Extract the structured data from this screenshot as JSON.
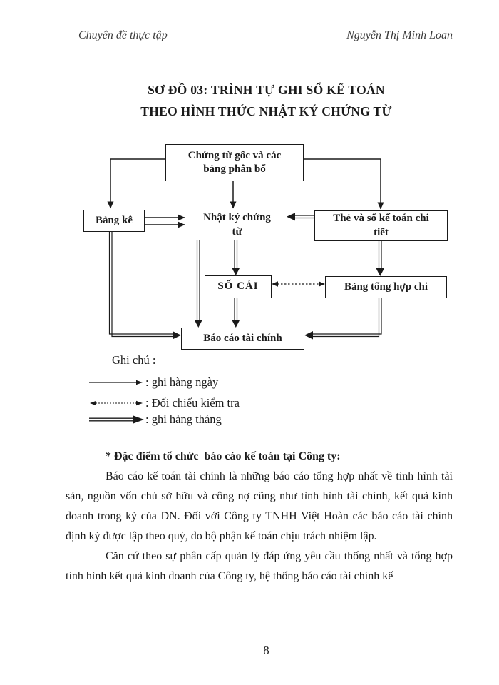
{
  "header": {
    "left": "Chuyên đề thực tập",
    "right": "Nguyễn Thị Minh Loan"
  },
  "title": {
    "line1": "SƠ ĐỒ 03: TRÌNH TỰ GHI SỔ KẾ TOÁN",
    "line2": "THEO HÌNH THỨC NHẬT KÝ CHỨNG TỪ"
  },
  "diagram": {
    "nodes": {
      "chung_tu_goc": "Chứng từ gốc và các\nbảng phân bổ",
      "bang_ke": "Bảng kê",
      "nhat_ky_chung_tu": "Nhật ký chứng\ntừ",
      "the_so_ke_toan": "Thẻ và sổ kế toán chi\ntiết",
      "so_cai": "SỔ CÁI",
      "bang_tong_hop_chi": "Bảng tổng hợp chi",
      "bao_cao_tai_chinh": "Báo cáo tài chính"
    },
    "edges": [
      {
        "from": "chung_tu_goc",
        "to": "bang_ke",
        "style": "ghi hàng ngày"
      },
      {
        "from": "chung_tu_goc",
        "to": "nhat_ky_chung_tu",
        "style": "ghi hàng ngày"
      },
      {
        "from": "chung_tu_goc",
        "to": "the_so_ke_toan",
        "style": "ghi hàng ngày"
      },
      {
        "from": "bang_ke",
        "to": "nhat_ky_chung_tu",
        "style": "ghi hàng ngày"
      },
      {
        "from": "the_so_ke_toan",
        "to": "nhat_ky_chung_tu",
        "style": "ghi hàng tháng"
      },
      {
        "from": "bang_ke",
        "to": "bao_cao_tai_chinh",
        "style": "ghi hàng tháng"
      },
      {
        "from": "nhat_ky_chung_tu",
        "to": "so_cai",
        "style": "ghi hàng tháng"
      },
      {
        "from": "nhat_ky_chung_tu",
        "to": "bao_cao_tai_chinh",
        "style": "ghi hàng tháng"
      },
      {
        "from": "so_cai",
        "to": "bao_cao_tai_chinh",
        "style": "ghi hàng tháng"
      },
      {
        "from": "so_cai",
        "to": "bang_tong_hop_chi",
        "style": "Đối chiếu kiểm tra"
      },
      {
        "from": "the_so_ke_toan",
        "to": "bang_tong_hop_chi",
        "style": "ghi hàng tháng"
      },
      {
        "from": "bang_tong_hop_chi",
        "to": "bao_cao_tai_chinh",
        "style": "ghi hàng tháng"
      }
    ]
  },
  "legend": {
    "label": "Ghi chú :",
    "items": [
      {
        "arrow": "solid-single-arrow",
        "text": ": ghi hàng ngày"
      },
      {
        "arrow": "dotted-double-headed-arrow",
        "text": ": Đối chiếu kiểm tra"
      },
      {
        "arrow": "double-line-arrow",
        "text": ": ghi hàng tháng"
      }
    ]
  },
  "body": {
    "heading": "* Đặc điểm tổ chức  báo cáo kế toán tại Công ty:",
    "p1": "Báo cáo kế toán tài chính là những báo cáo tổng hợp nhất về tình hình tài sản, nguồn vốn chủ sở hữu và công nợ cũng như tình hình tài chính, kết quả kinh doanh trong kỳ của DN. Đối với Công ty TNHH Việt Hoàn các báo cáo tài chính định kỳ được lập theo quý, do bộ phận kế toán chịu trách nhiệm lập.",
    "p2": "Căn cứ theo sự phân cấp quản lý đáp ứng yêu cầu thống nhất và tổng hợp tình hình kết quả kinh doanh của Công ty, hệ thống báo cáo tài chính kế"
  },
  "footer": {
    "page_number": "8"
  },
  "colors": {
    "ink": "#1a1a1a",
    "background": "#ffffff"
  }
}
